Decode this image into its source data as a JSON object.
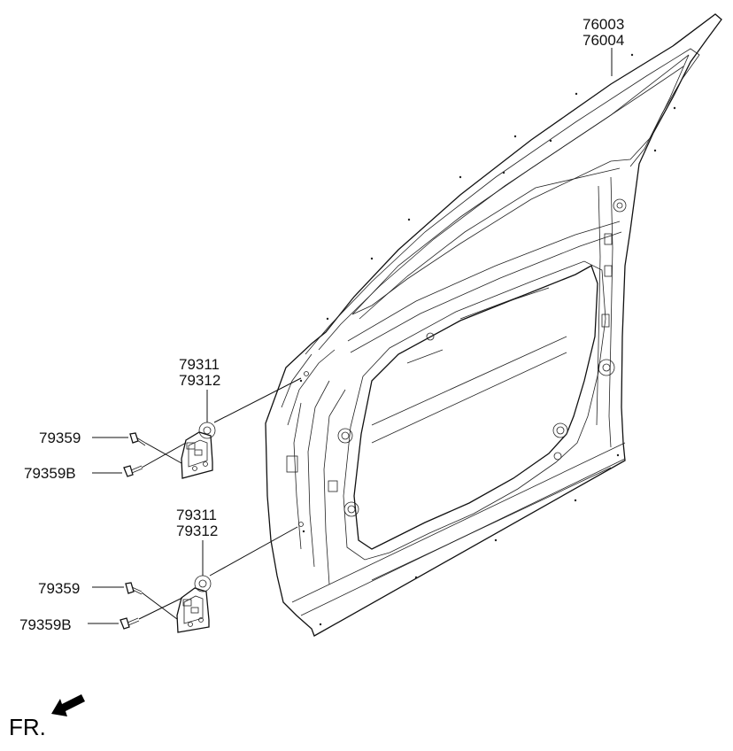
{
  "labels": {
    "door_panel_1": "76003",
    "door_panel_2": "76004",
    "upper_hinge_1": "79311",
    "upper_hinge_2": "79312",
    "upper_bolt_a": "79359",
    "upper_bolt_b": "79359B",
    "lower_hinge_1": "79311",
    "lower_hinge_2": "79312",
    "lower_bolt_a": "79359",
    "lower_bolt_b": "79359B"
  },
  "direction": {
    "text": "FR.",
    "icon": "front-direction-arrow-icon"
  }
}
